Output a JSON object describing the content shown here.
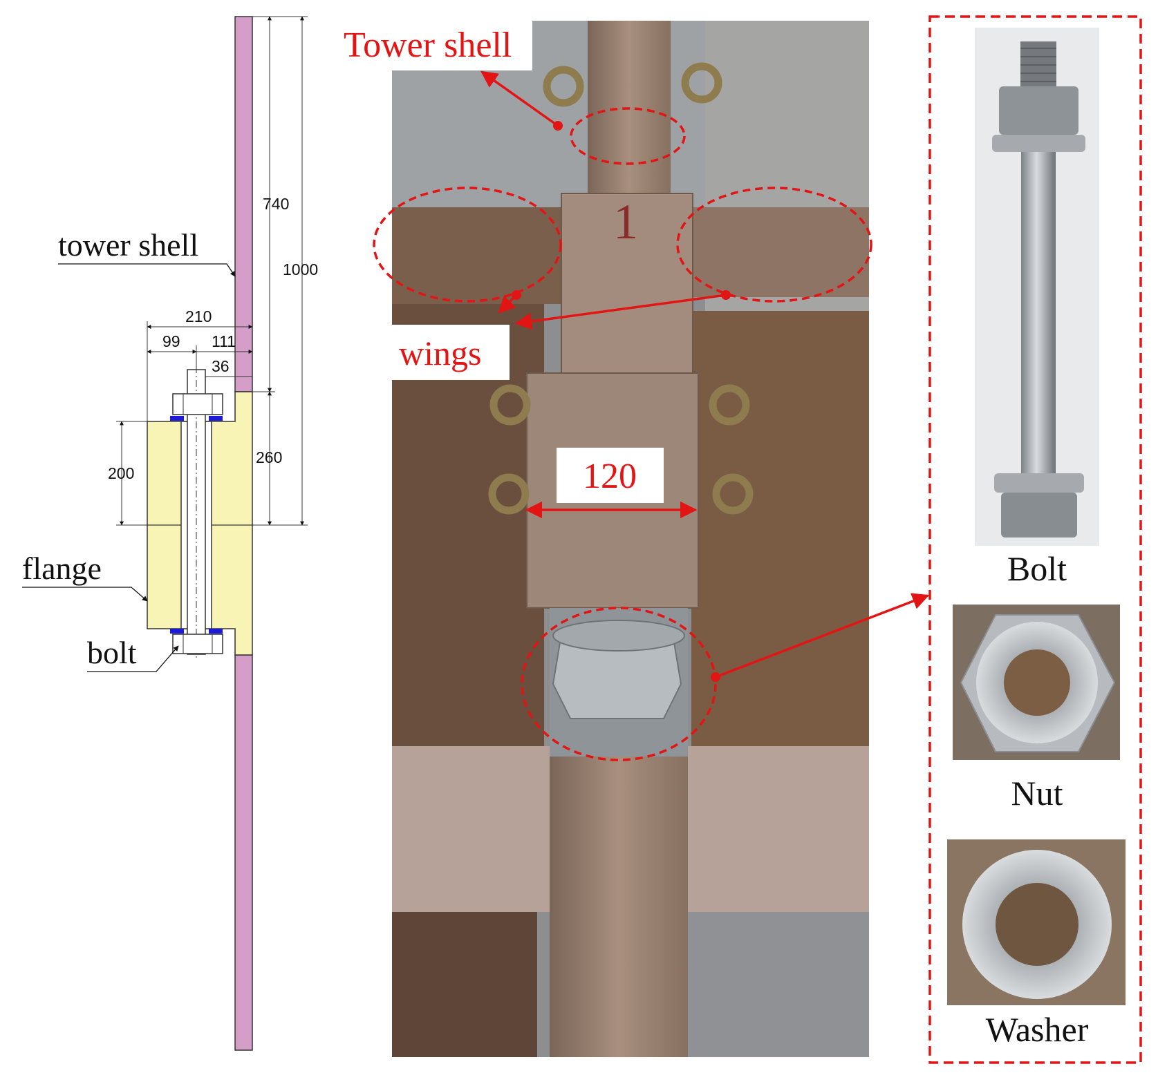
{
  "colors": {
    "shell": "#d49ec8",
    "flange": "#f8f4b6",
    "washer": "#1b1bd8",
    "annotation": "#e31414"
  },
  "drawing": {
    "labels": {
      "tower_shell": "tower shell",
      "flange": "flange",
      "bolt": "bolt"
    },
    "dims": {
      "d740": "740",
      "d1000": "1000",
      "d210": "210",
      "d99": "99",
      "d111": "111",
      "d36": "36",
      "d200": "200",
      "d260": "260"
    }
  },
  "photo": {
    "labels": {
      "tower_shell": "Tower shell",
      "wings": "wings",
      "width": "120",
      "specimen_number": "1"
    }
  },
  "components": {
    "bolt": "Bolt",
    "nut": "Nut",
    "washer": "Washer"
  }
}
